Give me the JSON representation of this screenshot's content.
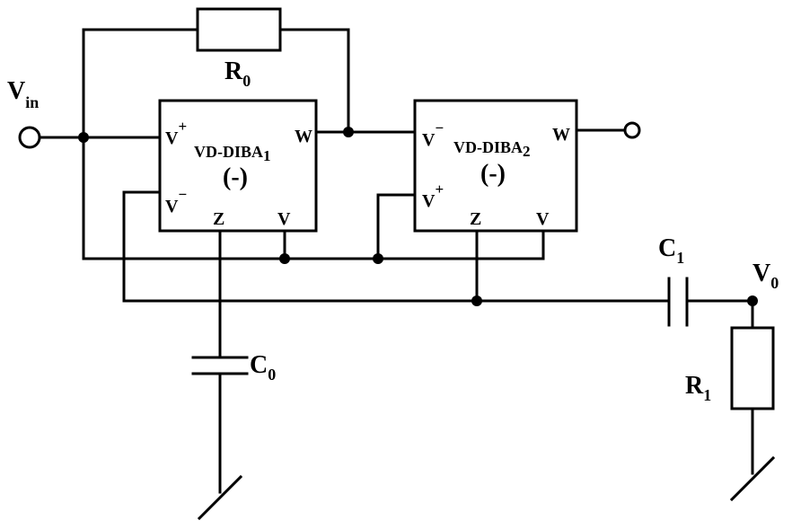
{
  "input": {
    "name": "V",
    "sub": "in"
  },
  "output": {
    "name": "V",
    "sub": "0"
  },
  "r0": {
    "name": "R",
    "sub": "0"
  },
  "r1": {
    "name": "R",
    "sub": "1"
  },
  "c0": {
    "name": "C",
    "sub": "0"
  },
  "c1": {
    "name": "C",
    "sub": "1"
  },
  "block1": {
    "name": "VD-DIBA",
    "sub": "1",
    "sign": "(-)",
    "pin_vplus": "V",
    "pin_vplus_sup": "+",
    "pin_vminus": "V",
    "pin_vminus_sup": "−",
    "pin_w": "W",
    "pin_z": "Z",
    "pin_v": "V"
  },
  "block2": {
    "name": "VD-DIBA",
    "sub": "2",
    "sign": "(-)",
    "pin_vminus": "V",
    "pin_vminus_sup": "−",
    "pin_vplus": "V",
    "pin_vplus_sup": "+",
    "pin_w": "W",
    "pin_z": "Z",
    "pin_v": "V"
  }
}
